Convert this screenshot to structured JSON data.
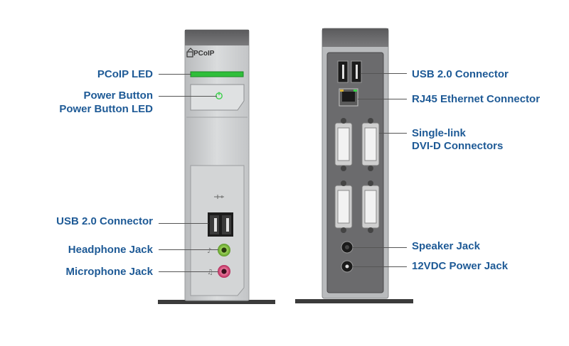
{
  "brand": {
    "logo_text": "PCoIP"
  },
  "front_labels": {
    "pcoip_led": "PCoIP LED",
    "power_button": "Power Button",
    "power_button_led": "Power Button LED",
    "usb": "USB 2.0 Connector",
    "headphone": "Headphone Jack",
    "microphone": "Microphone Jack"
  },
  "rear_labels": {
    "usb": "USB 2.0 Connector",
    "rj45": "RJ45 Ethernet Connector",
    "dvi_line1": "Single-link",
    "dvi_line2": "DVI-D Connectors",
    "speaker": "Speaker Jack",
    "power": "12VDC Power Jack"
  },
  "colors": {
    "label_text": "#1e5a96",
    "led_green": "#2fbf3a",
    "headphone_jack": "#7dc243",
    "microphone_jack": "#d6457a",
    "chassis_silver": "#c9cbcc",
    "chassis_dark": "#6e6e70"
  }
}
